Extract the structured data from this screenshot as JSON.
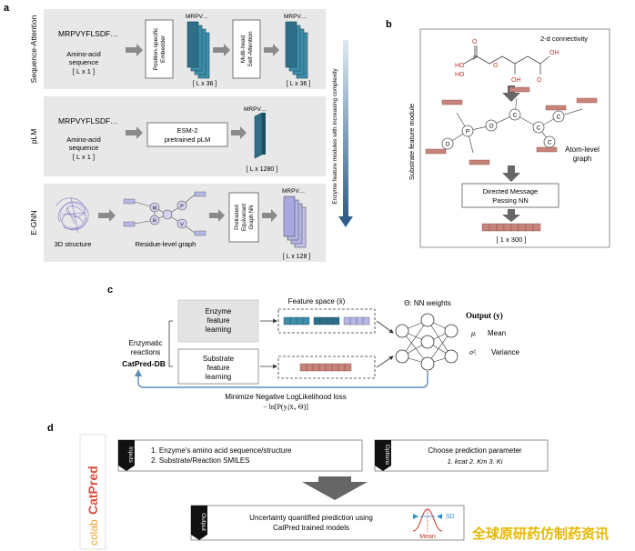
{
  "panel_labels": {
    "a": "a",
    "b": "b",
    "c": "c",
    "d": "d"
  },
  "panel_a": {
    "row1": {
      "side_label": "Sequence-Attention",
      "seq": "MRPVYFLSDF…",
      "seq_desc_1": "Amino-acid",
      "seq_desc_2": "sequence",
      "seq_dim": "[ L x 1 ]",
      "module1_l1": "Position-specific",
      "module1_l2": "Embedder",
      "out1_label": "MRPV…",
      "out1_dim": "[ L x 36 ]",
      "module2_l1": "Multi-head",
      "module2_l2": "Self-Attention",
      "out2_label": "MRPV…",
      "out2_dim": "[ L x 36 ]"
    },
    "row2": {
      "side_label": "pLM",
      "seq": "MRPVYFLSDF…",
      "seq_desc_1": "Amino-acid",
      "seq_desc_2": "sequence",
      "seq_dim": "[ L x 1 ]",
      "module_l1": "ESM-2",
      "module_l2": "pretrained pLM",
      "out_label": "MRPV…",
      "out_dim": "[ L x 1280 ]"
    },
    "row3": {
      "side_label": "E-GNN",
      "structure_label": "3D structure",
      "graph_label": "Residue-level graph",
      "graph_nodes": [
        "M",
        "R",
        "P",
        "V"
      ],
      "module_l1": "Pretrained",
      "module_l2": "Equivariant",
      "module_l3": "Graph NN",
      "out_label": "MRPV…",
      "out_dim": "[ L x 128 ]"
    },
    "complexity_label": "Enzyme feature modules with increasing complexity"
  },
  "panel_b": {
    "side_label": "Substrate feature module",
    "connectivity_label": "2-d connectivity",
    "atom_graph_l1": "Atom-level",
    "atom_graph_l2": "graph",
    "node_labels": [
      "C",
      "C",
      "C",
      "C",
      "O",
      "O",
      "P"
    ],
    "dmpnn_l1": "Directed Message",
    "dmpnn_l2": "Passing NN",
    "out_dim": "[ 1 x 300 ]"
  },
  "panel_c": {
    "enzyme_l1": "Enzyme",
    "enzyme_l2": "feature",
    "enzyme_l3": "learning",
    "substrate_l1": "Substrate",
    "substrate_l2": "feature",
    "substrate_l3": "learning",
    "reactions_l1": "Enzymatic",
    "reactions_l2": "reactions",
    "db_label": "CatPred-DB",
    "feature_space": "Feature space (x̄)",
    "nn_weights": "Θ: NN weights",
    "output_label": "Output (y)",
    "mean_symbol": "μᵢ",
    "mean_label": "Mean",
    "var_symbol": "σ²ᵢ",
    "var_label": "Variance",
    "loss_label": "Minimize Negative LogLikelihood loss",
    "loss_formula": "− ln[P(yᵢ|x̄ᵢ, Θ)]"
  },
  "panel_d": {
    "logo_text": "CatPred",
    "logo_prefix": "colab",
    "inputs_tag": "Inputs",
    "input_1": "1.    Enzyme's amino acid sequence/structure",
    "input_2": "2.    Substrate/Reaction SMILES",
    "options_tag": "Options",
    "options_title": "Choose prediction parameter",
    "options_items": "1. kcat    2. Km    3. Ki",
    "output_tag": "Output",
    "output_l1": "Uncertainty quantified prediction using",
    "output_l2": "CatPred trained models",
    "sd_label": "SD",
    "mean_label": "Mean"
  },
  "watermark": "全球原研药仿制药资讯",
  "colors": {
    "panel_bg": "#e8e8e8",
    "teal_dark": "#2e6e86",
    "teal_mid": "#3e8eaa",
    "lavender": "#b6b6e8",
    "brick": "#c6847a",
    "arrow_gray": "#8a8a8a",
    "watermark": "#e6b800",
    "logo_orange": "#f0a030",
    "logo_red": "#d94c3d"
  }
}
